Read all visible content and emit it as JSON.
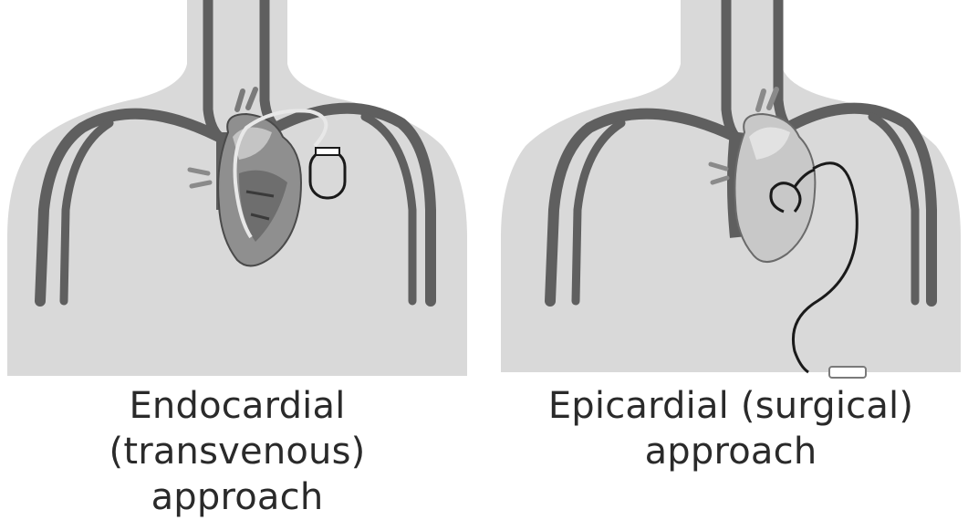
{
  "figures": [
    {
      "id": "endocardial",
      "caption_line1": "Endocardial (transvenous)",
      "caption_line2": "approach"
    },
    {
      "id": "epicardial",
      "caption_line1": "Epicardial (surgical)",
      "caption_line2": "approach"
    }
  ],
  "colors": {
    "torso": "#d9d9d9",
    "vessel": "#5f5f5f",
    "heart": "#9a9a9a",
    "heart_light": "#c4c4c4",
    "lead": "#1a1a1a",
    "caption": "#2a2a2a"
  }
}
